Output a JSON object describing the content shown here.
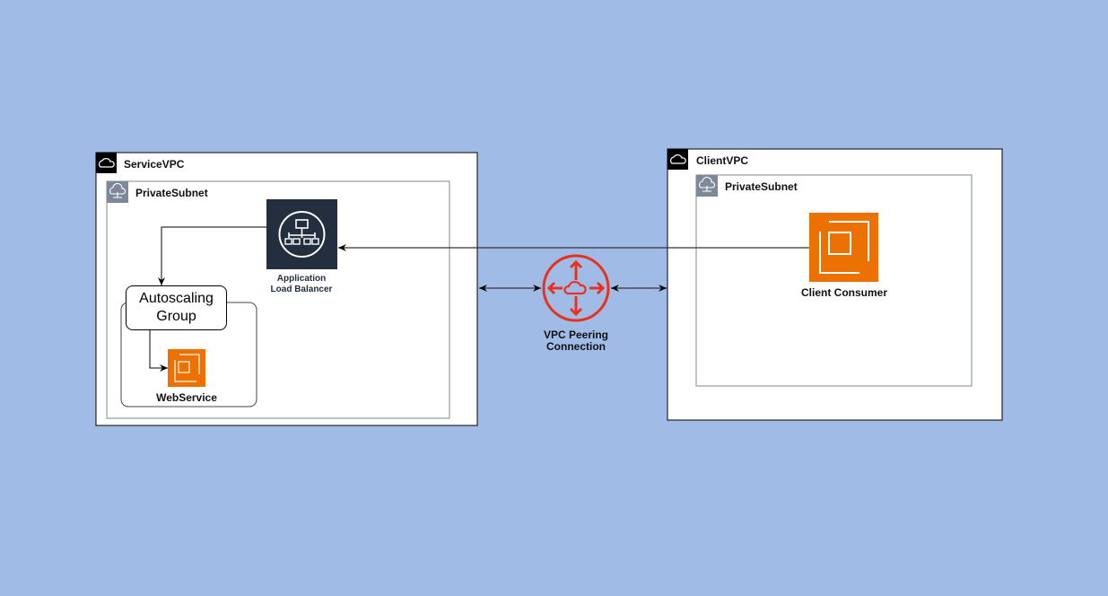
{
  "service_vpc": {
    "title": "ServiceVPC",
    "subnet": "PrivateSubnet",
    "alb_label_line1": "Application",
    "alb_label_line2": "Load Balancer",
    "asg_label": "Autoscaling Group",
    "webservice_label": "WebService"
  },
  "client_vpc": {
    "title": "ClientVPC",
    "subnet": "PrivateSubnet",
    "consumer_label": "Client Consumer"
  },
  "peering": {
    "label_line1": "VPC Peering",
    "label_line2": "Connection"
  },
  "colors": {
    "background": "#A0BCE6",
    "ec2": "#ED7100",
    "alb": "#232F3E",
    "peering": "#E7331E",
    "subnet_icon": "#7D8998"
  }
}
